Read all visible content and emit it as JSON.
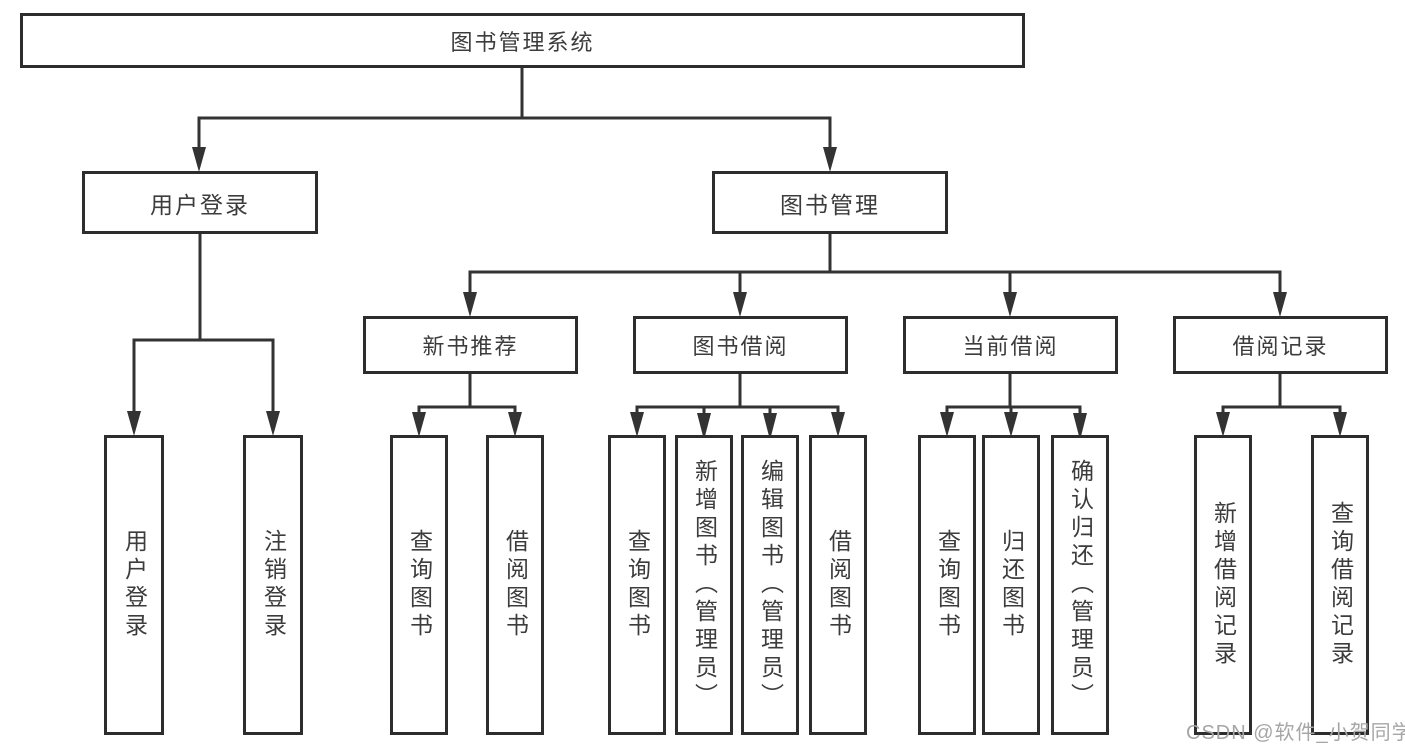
{
  "diagram": {
    "root": {
      "label": "图书管理系统"
    },
    "branches": [
      {
        "label": "用户登录",
        "children": [
          "用户登录",
          "注销登录"
        ]
      },
      {
        "label": "图书管理",
        "sections": [
          {
            "label": "新书推荐",
            "children": [
              "查询图书",
              "借阅图书"
            ]
          },
          {
            "label": "图书借阅",
            "children": [
              "查询图书",
              "新增图书（管理员）",
              "编辑图书（管理员）",
              "借阅图书"
            ]
          },
          {
            "label": "当前借阅",
            "children": [
              "查询图书",
              "归还图书",
              "确认归还（管理员）"
            ]
          },
          {
            "label": "借阅记录",
            "children": [
              "新增借阅记录",
              "查询借阅记录"
            ]
          }
        ]
      }
    ],
    "colors": {
      "box_border": "#2d2d2d",
      "connector_line": "#333333",
      "text": "#3c3c3c",
      "watermark_text": "#a6a6a6"
    }
  },
  "watermark": {
    "text": "CSDN @软件_小贺同学"
  }
}
